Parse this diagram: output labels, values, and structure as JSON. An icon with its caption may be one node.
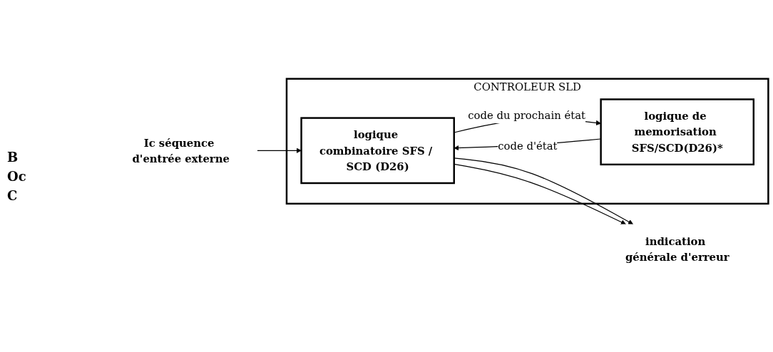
{
  "diagram": {
    "nodes": [
      {
        "text": [
          "CONTROLEUR SLD"
        ]
      },
      {
        "text": [
          "Ic séquence d'entrée externe"
        ]
      },
      {
        "text": [
          "logique combinatoire SFS / SCD (D26)"
        ],
        "in": 0
      },
      {
        "text": [
          "logique de memorisation SFS/SCD(D26)*"
        ],
        "in": 0
      },
      {
        "text": [
          "indication générale d'erreur"
        ]
      }
    ],
    "edges": [
      {
        "from": 1,
        "to": 2,
        "arrow": "to"
      },
      {
        "from": 3,
        "to": 2,
        "arrow": "to",
        "label": "code d'état"
      },
      {
        "from": 2,
        "to": 3,
        "arrow": "to",
        "label": "code du prochain état"
      },
      {
        "from": 2,
        "to": 4,
        "arrow": "to"
      },
      {
        "from": 2,
        "to": 4,
        "arrow": "to"
      }
    ],
    "labels": [
      "B",
      "Oc",
      "C"
    ]
  }
}
